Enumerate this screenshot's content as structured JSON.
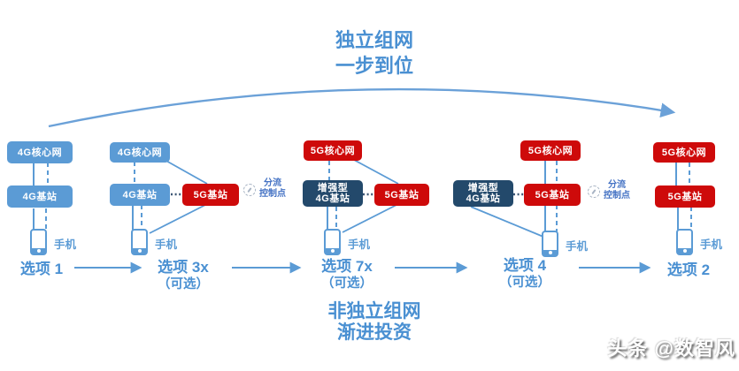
{
  "title_top": {
    "line1": "独立组网",
    "line2": "一步到位"
  },
  "title_bottom": {
    "line1": "非独立组网",
    "line2": "渐进投资"
  },
  "watermark": "头条 @数智风",
  "nodes": {
    "core_4g": "4G核心网",
    "bs_4g": "4G基站",
    "core_5g": "5G核心网",
    "bs_5g": "5G基站",
    "enh_4g_line1": "增强型",
    "enh_4g_line2": "4G基站",
    "phone": "手机"
  },
  "split_point": {
    "line1": "分流",
    "line2": "控制点"
  },
  "options": [
    {
      "label": "选项 1",
      "note": ""
    },
    {
      "label": "选项 3x",
      "note": "（可选）"
    },
    {
      "label": "选项 7x",
      "note": "（可选）"
    },
    {
      "label": "选项 4",
      "note": "（可选）"
    },
    {
      "label": "选项 2",
      "note": ""
    }
  ],
  "colors": {
    "box_blue": "#5B9BD5",
    "box_red": "#CE0A0A",
    "box_navy": "#23496B",
    "accent_blue": "#4A90D2",
    "line_blue": "#5B9BD5"
  }
}
